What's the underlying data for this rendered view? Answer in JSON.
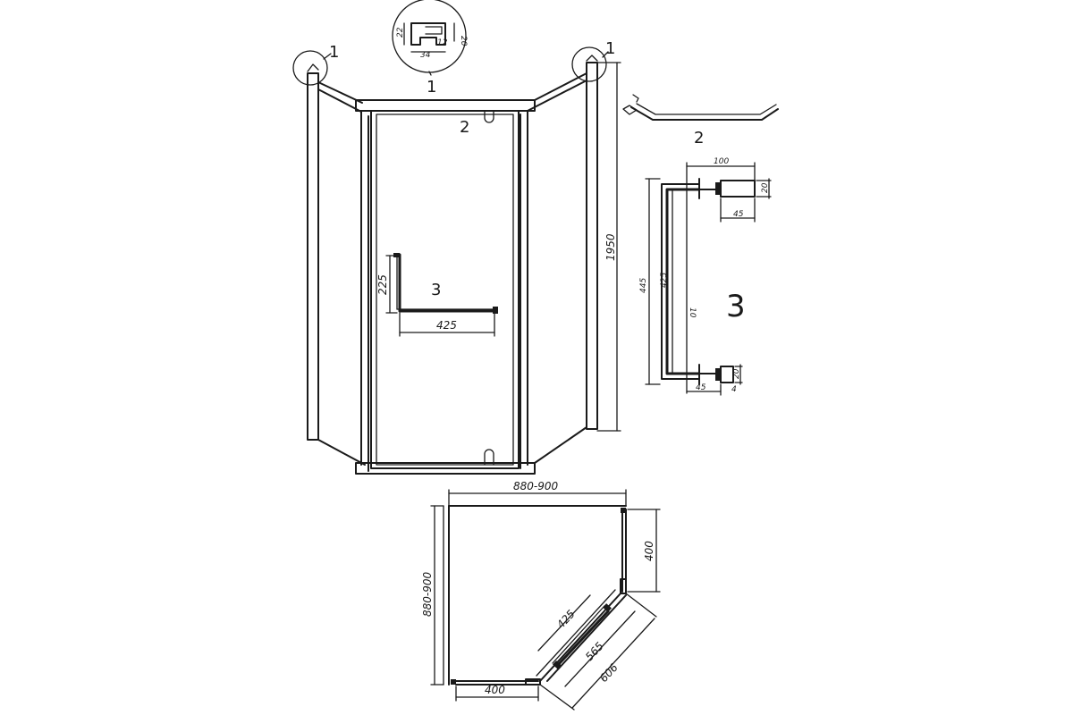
{
  "callouts": {
    "profile": "1",
    "profile_circle": "1",
    "profile_right": "1",
    "profile_caption": "1",
    "hinge": "2",
    "hinge_detail": "2",
    "handle": "3",
    "handle_detail": "3"
  },
  "dimensions": {
    "height": "1950",
    "handle_width": "425",
    "handle_height": "225",
    "handle_top_offset": "100",
    "handle_mount_height_top": "20",
    "handle_mount_depth_top": "45",
    "handle_total_length": "445",
    "handle_inner_length": "425",
    "handle_bar_diameter": "10",
    "handle_mount_height_bottom": "20",
    "handle_mount_depth_bottom": "45",
    "handle_mount_thickness": "4",
    "profile_height": "22",
    "profile_right": "20",
    "profile_inner": "12",
    "profile_width": "34",
    "plan_width": "880-900",
    "plan_depth": "880-900",
    "plan_side_right": "400",
    "plan_side_bottom": "400",
    "plan_door_handle": "425",
    "plan_door_width": "565",
    "plan_door_opening": "606"
  }
}
